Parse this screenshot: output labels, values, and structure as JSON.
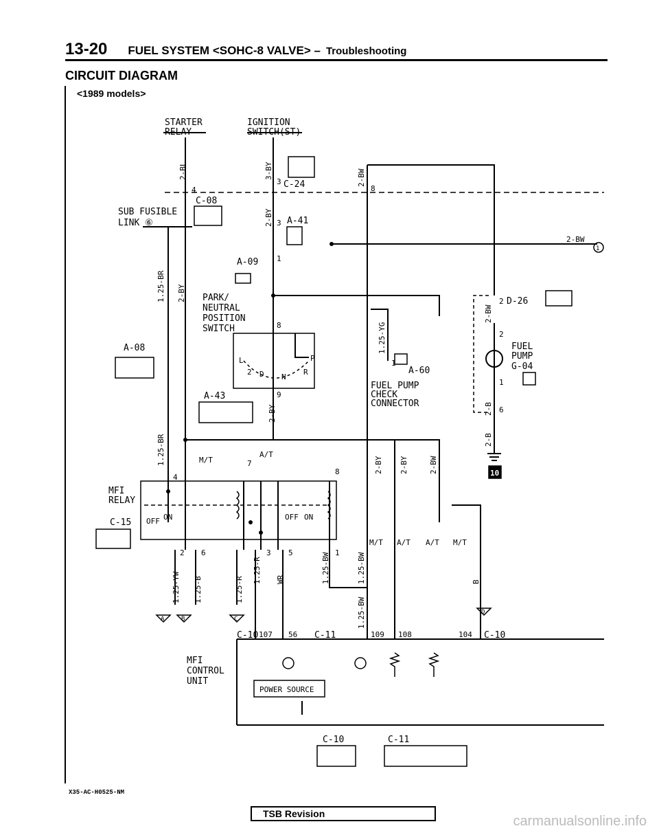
{
  "header": {
    "page_number": "13-20",
    "section": "FUEL SYSTEM <SOHC-8 VALVE> –",
    "subsection": "Troubleshooting"
  },
  "circuit_title": "CIRCUIT DIAGRAM",
  "models_label": "<1989 models>",
  "components": {
    "starter_relay": [
      "STARTER",
      "RELAY"
    ],
    "ignition_switch": [
      "IGNITION",
      "SWITCH(ST)"
    ],
    "sub_fusible_link": [
      "SUB FUSIBLE",
      "LINK ⑥"
    ],
    "park_neutral": [
      "PARK/",
      "NEUTRAL",
      "POSITION",
      "SWITCH"
    ],
    "mfi_relay": [
      "MFI",
      "RELAY"
    ],
    "fuel_pump": [
      "FUEL",
      "PUMP"
    ],
    "fuel_pump_check": [
      "FUEL PUMP",
      "CHECK",
      "CONNECTOR"
    ],
    "mfi_control_unit": [
      "MFI",
      "CONTROL",
      "UNIT"
    ],
    "power_source": "POWER SOURCE",
    "relay_switch_off": "OFF",
    "relay_switch_on": "ON"
  },
  "connectors": {
    "c08": "C-08",
    "c24": "C-24",
    "a41": "A-41",
    "a09": "A-09",
    "a08": "A-08",
    "a43": "A-43",
    "c15": "C-15",
    "d26": "D-26",
    "g04": "G-04",
    "a60": "A-60",
    "c10": "C-10",
    "c11": "C-11"
  },
  "wires": {
    "w2bl": "2-BL",
    "w3by": "3-BY",
    "w2bw": "2-BW",
    "w2by": "2-BY",
    "w125br": "1.25-BR",
    "w125yg": "1.25-YG",
    "w2b": "2-B",
    "w125yw": "1.25-YW",
    "w125b": "1.25-B",
    "w125r": "1.25-R",
    "wr": "WR",
    "w125bw": "1.25-BW",
    "wb": "B"
  },
  "pins": {
    "p1": "1",
    "p2": "2",
    "p3": "3",
    "p4": "4",
    "p5": "5",
    "p6": "6",
    "p7": "7",
    "p8": "8",
    "p9": "9",
    "p56": "56",
    "p104": "104",
    "p107": "107",
    "p108": "108",
    "p109": "109"
  },
  "position_letters": {
    "P": "P",
    "R": "R",
    "N": "N",
    "D": "D",
    "two": "2",
    "L": "L"
  },
  "trans_labels": {
    "mt": "M/T",
    "at": "A/T"
  },
  "ground_marker": "10",
  "circle_one": "1",
  "terminal_letters": {
    "A": "A",
    "B": "B",
    "C": "C",
    "D": "D"
  },
  "footer_code": "X35-AC-H0525-NM",
  "tsb_revision": "TSB Revision",
  "watermark": "carmanualsonline.info"
}
